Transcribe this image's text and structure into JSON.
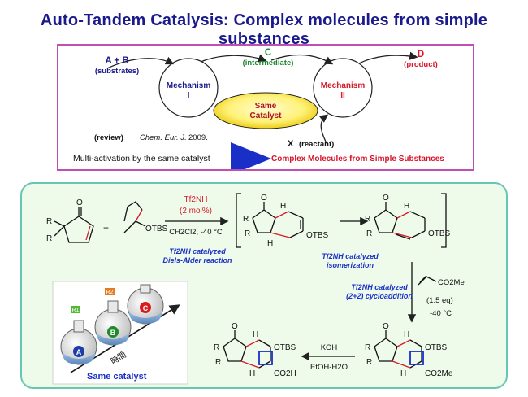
{
  "title": "Auto-Tandem Catalysis: Complex molecules from simple substances",
  "top": {
    "ab": "A + B",
    "substrates": "(substrates)",
    "c": "C",
    "intermediate": "(intermediate)",
    "d": "D",
    "product": "(product)",
    "mech1_a": "Mechanism",
    "mech1_b": "I",
    "mech2_a": "Mechanism",
    "mech2_b": "II",
    "same_a": "Same",
    "same_b": "Catalyst",
    "review_label": "(review)",
    "review_journal": "Chem. Eur. J.",
    "review_year": "2009.",
    "x": "X",
    "reactant": "(reactant)",
    "multi": "Multi-activation by the same catalyst",
    "complex": "Complex Molecules from Simple Substances"
  },
  "bottom": {
    "plus": "+",
    "otbs": "OTBS",
    "r": "R",
    "o": "O",
    "h": "H",
    "catalyst": "Tf2NH",
    "mol": "(2 mol%)",
    "solvent": "CH2Cl2, -40 °C",
    "da_1": "Tf2NH catalyzed",
    "da_2": "Diels-Alder reaction",
    "iso_1": "Tf2NH catalyzed",
    "iso_2": "isomerization",
    "cyc_1": "Tf2NH catalyzed",
    "cyc_2": "(2+2) cycloaddition",
    "acrylate": "CO2Me",
    "eq": "(1.5 eq)",
    "temp": "-40 °C",
    "koh": "KOH",
    "etoh": "EtOH-H2O",
    "co2h": "CO2H",
    "co2me": "CO2Me",
    "same_catalyst": "Same catalyst",
    "jikan": "時間",
    "flask_a": "A",
    "flask_b": "B",
    "flask_c": "C",
    "r1": "R1",
    "r2": "R2"
  }
}
